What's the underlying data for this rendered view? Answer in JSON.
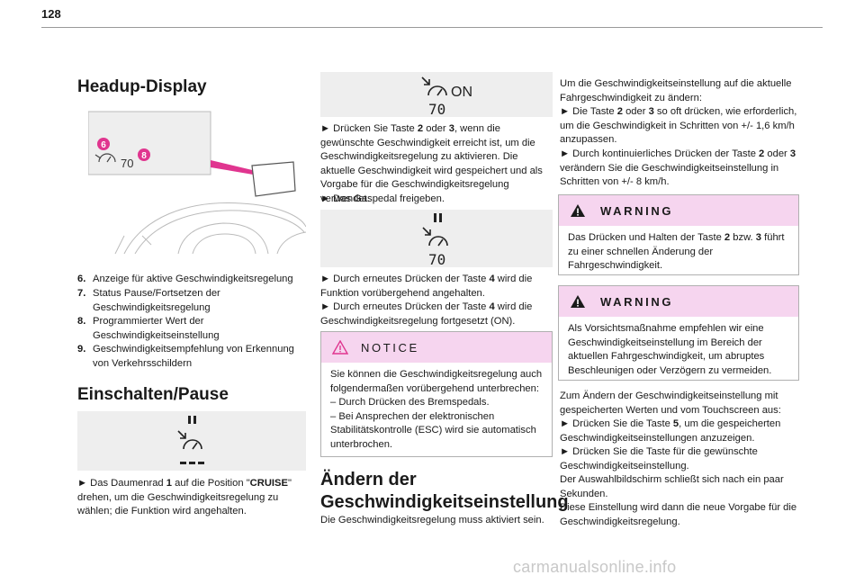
{
  "page_number": "128",
  "col1": {
    "heading": "Headup-Display",
    "figure_labels": {
      "badge_a": "6",
      "badge_b": "8",
      "speed": "70"
    },
    "list": [
      {
        "num": "6.",
        "text": "Anzeige für aktive Geschwindigkeitsregelung"
      },
      {
        "num": "7.",
        "text": "Status Pause/Fortsetzen der Geschwindigkeitsregelung"
      },
      {
        "num": "8.",
        "text": "Programmierter Wert der Geschwindigkeitseinstellung"
      },
      {
        "num": "9.",
        "text": "Geschwindigkeitsempfehlung von Erkennung von Verkehrsschildern"
      }
    ],
    "heading2": "Einschalten/Pause",
    "p1_pre": "► Das Daumenrad ",
    "p1_b1": "1",
    "p1_mid": " auf die Position \"",
    "p1_b2": "CRUISE",
    "p1_post": "\" drehen, um die Geschwindigkeitsregelung zu wählen; die Funktion wird angehalten."
  },
  "col2": {
    "fig1_on": "ON",
    "fig1_speed": "70",
    "p1_pre": "► Drücken Sie Taste ",
    "p1_b1": "2",
    "p1_mid": " oder ",
    "p1_b2": "3",
    "p1_post": ", wenn die gewünschte Geschwindigkeit erreicht ist, um die Geschwindigkeitsregelung zu aktivieren. Die aktuelle Geschwindigkeit wird gespeichert und als Vorgabe für die Geschwindigkeitsregelung verwendet.",
    "p2": "► Das Gaspedal freigeben.",
    "fig2_speed": "70",
    "p3_pre": "► Durch erneutes Drücken der Taste ",
    "p3_b": "4",
    "p3_post": " wird die Funktion vorübergehend angehalten.",
    "p4_pre": "► Durch erneutes Drücken der Taste ",
    "p4_b": "4",
    "p4_post": " wird die Geschwindigkeitsregelung fortgesetzt (ON).",
    "notice_label": "NOTICE",
    "notice_lines": [
      "Sie können die Geschwindigkeitsregelung auch folgendermaßen vorübergehend unterbrechen:",
      "– Durch Drücken des Bremspedals.",
      "– Bei Ansprechen der elektronischen Stabilitätskontrolle (ESC) wird sie automatisch unterbrochen."
    ],
    "heading3": "Ändern der Geschwindigkeitseinstellung",
    "p5": "Die Geschwindigkeitsregelung muss aktiviert sein."
  },
  "col3": {
    "p1": "Um die Geschwindigkeitseinstellung auf die aktuelle Fahrgeschwindigkeit zu ändern:",
    "p2_pre": "► Die Taste ",
    "p2_b1": "2",
    "p2_mid": " oder ",
    "p2_b2": "3",
    "p2_post": " so oft drücken, wie erforderlich, um die Geschwindigkeit in Schritten von +/- 1,6 km/h anzupassen.",
    "p3_pre": "► Durch kontinuierliches Drücken der Taste ",
    "p3_b1": "2",
    "p3_mid": " oder ",
    "p3_b2": "3",
    "p3_post": " verändern Sie die Geschwindigkeitseinstellung in Schritten von +/- 8 km/h.",
    "warn1_label": "WARNING",
    "warn1_pre": "Das Drücken und Halten der Taste ",
    "warn1_b1": "2",
    "warn1_mid": " bzw. ",
    "warn1_b2": "3",
    "warn1_post": " führt zu einer schnellen Änderung der Fahrgeschwindigkeit.",
    "warn2_label": "WARNING",
    "warn2_text": "Als Vorsichtsmaßnahme empfehlen wir eine Geschwindigkeitseinstellung im Bereich der aktuellen Fahrgeschwindigkeit, um abruptes Beschleunigen oder Verzögern zu vermeiden.",
    "p4": "Zum Ändern der Geschwindigkeitseinstellung mit gespeicherten Werten und vom Touchscreen aus:",
    "p5_pre": "► Drücken Sie die Taste ",
    "p5_b": "5",
    "p5_post": ", um die gespeicherten Geschwindigkeitseinstellungen anzuzeigen.",
    "p6": "► Drücken Sie die Taste für die gewünschte Geschwindigkeitseinstellung.",
    "p7": "Der Auswahlbildschirm schließt sich nach ein paar Sekunden.",
    "p8": "Diese Einstellung wird dann die neue Vorgabe für die Geschwindigkeitsregelung."
  },
  "watermark": "carmanualsonline.info",
  "colors": {
    "accent_pink": "#e0358f",
    "box_head": "#f6d5ef",
    "figure_bg": "#eeeeee"
  }
}
